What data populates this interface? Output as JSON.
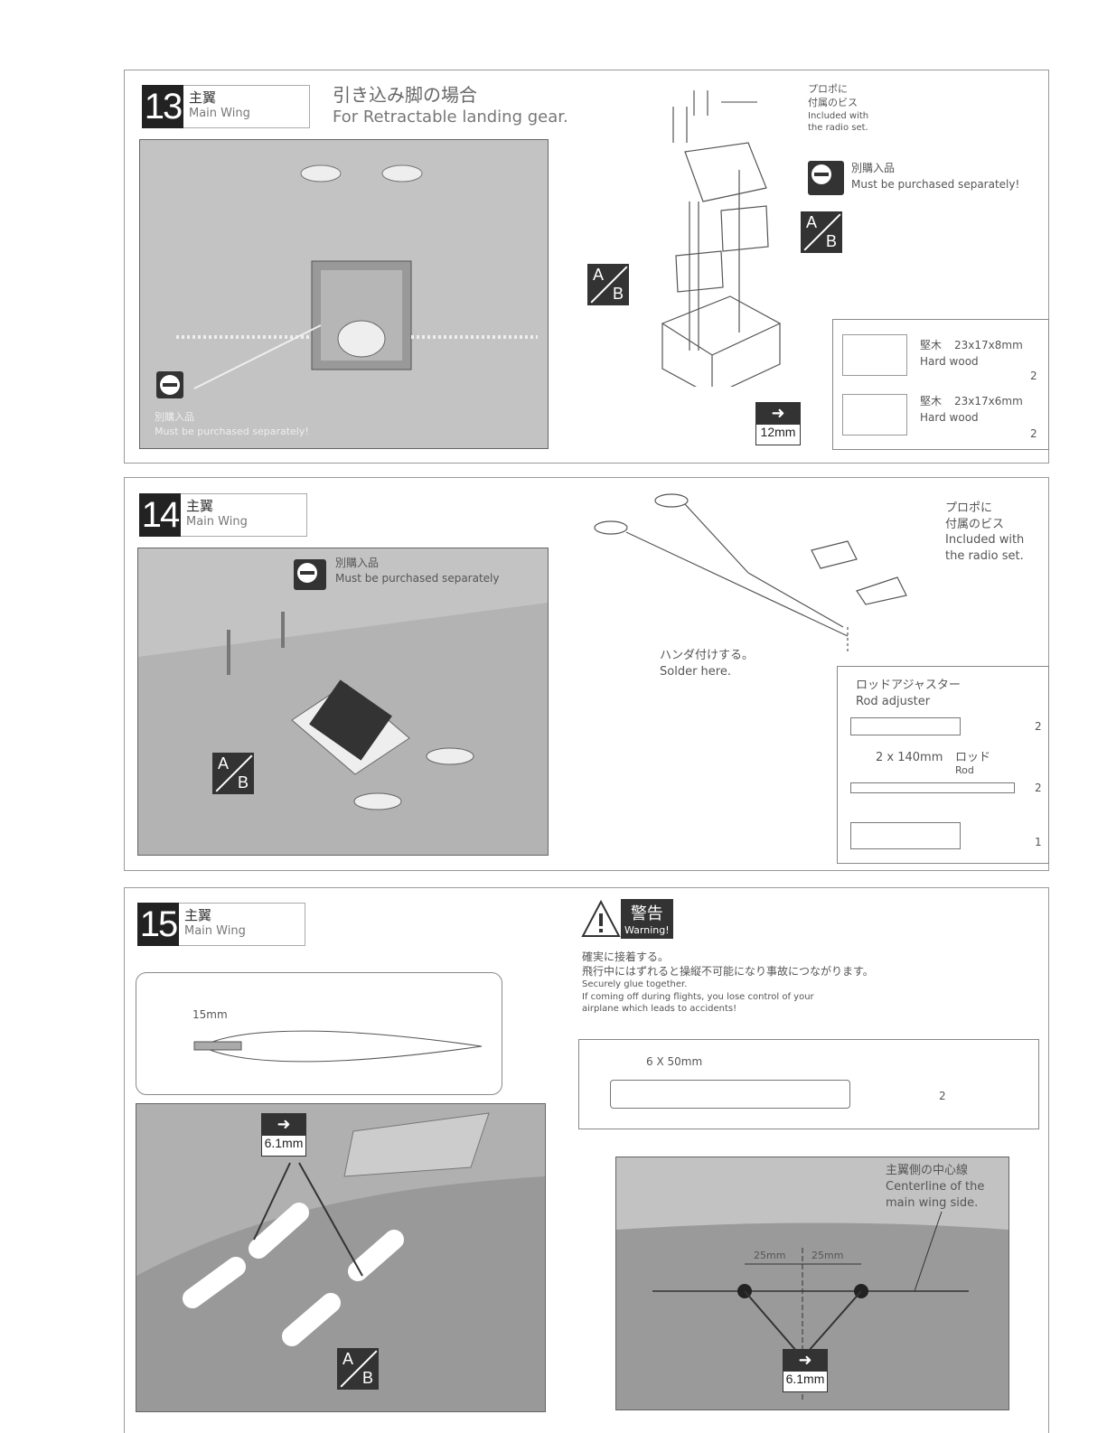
{
  "step13": {
    "number": "13",
    "label_jp": "主翼",
    "label_en": "Main Wing",
    "title_jp": "引き込み脚の場合",
    "title_en": "For Retractable landing gear.",
    "screws_note": [
      "プロポに",
      "付属のビス",
      "Included with",
      "the radio set."
    ],
    "purchase_jp": "別購入品",
    "purchase_en": "Must be purchased separately!",
    "photo_purchase_jp": "別購入品",
    "photo_purchase_en": "Must be purchased separately!",
    "ab_a": "A",
    "ab_b": "B",
    "dim": "12mm",
    "parts": [
      {
        "jp": "堅木",
        "size": "23x17x8mm",
        "en": "Hard wood",
        "qty": "2"
      },
      {
        "jp": "堅木",
        "size": "23x17x6mm",
        "en": "Hard wood",
        "qty": "2"
      }
    ]
  },
  "step14": {
    "number": "14",
    "label_jp": "主翼",
    "label_en": "Main Wing",
    "purchase_jp": "別購入品",
    "purchase_en": "Must be purchased separately",
    "screws_note": [
      "プロポに",
      "付属のビス",
      "Included with",
      "the radio set."
    ],
    "solder_jp": "ハンダ付けする。",
    "solder_en": "Solder here.",
    "ab_a": "A",
    "ab_b": "B",
    "parts": {
      "adjuster_jp": "ロッドアジャスター",
      "adjuster_en": "Rod adjuster",
      "adjuster_qty": "2",
      "rod_size": "2 x 140mm",
      "rod_jp": "ロッド",
      "rod_en": "Rod",
      "rod_qty": "2",
      "horn_qty": "1"
    }
  },
  "step15": {
    "number": "15",
    "label_jp": "主翼",
    "label_en": "Main Wing",
    "airfoil_dim": "15mm",
    "warning_jp": "警告",
    "warning_en": "Warning!",
    "warn_line1": "確実に接着する。",
    "warn_line2": "飛行中にはずれると操縦不可能になり事故につながります。",
    "warn_en1": "Securely glue together.",
    "warn_en2": "If coming off during flights, you lose control of your",
    "warn_en3": "airplane which leads to accidents!",
    "dowel_size": "6 X 50mm",
    "dowel_qty": "2",
    "dim": "6.1mm",
    "ab_a": "A",
    "ab_b": "B",
    "center_jp": "主翼側の中心線",
    "center_en1": "Centerline of the",
    "center_en2": "main wing side.",
    "left_spacing": "25mm",
    "right_spacing": "25mm"
  }
}
